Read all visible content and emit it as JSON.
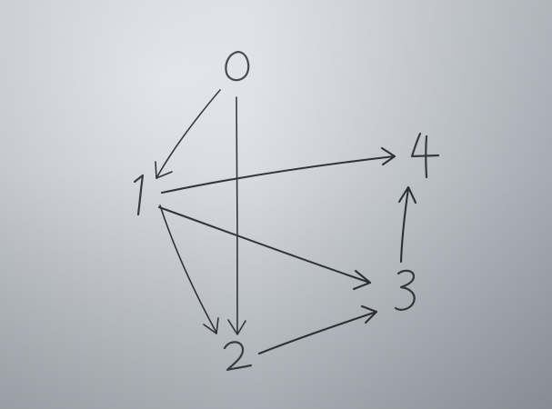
{
  "diagram": {
    "type": "directed-graph",
    "nodes": [
      {
        "id": "0",
        "label": "0"
      },
      {
        "id": "1",
        "label": "1"
      },
      {
        "id": "2",
        "label": "2"
      },
      {
        "id": "3",
        "label": "3"
      },
      {
        "id": "4",
        "label": "4"
      }
    ],
    "edges": [
      {
        "from": "0",
        "to": "1"
      },
      {
        "from": "0",
        "to": "2"
      },
      {
        "from": "1",
        "to": "2"
      },
      {
        "from": "1",
        "to": "3"
      },
      {
        "from": "1",
        "to": "4"
      },
      {
        "from": "2",
        "to": "3"
      },
      {
        "from": "3",
        "to": "4"
      }
    ],
    "ink_color": "#2a2d33",
    "paper_color": "#d2d6dc"
  }
}
